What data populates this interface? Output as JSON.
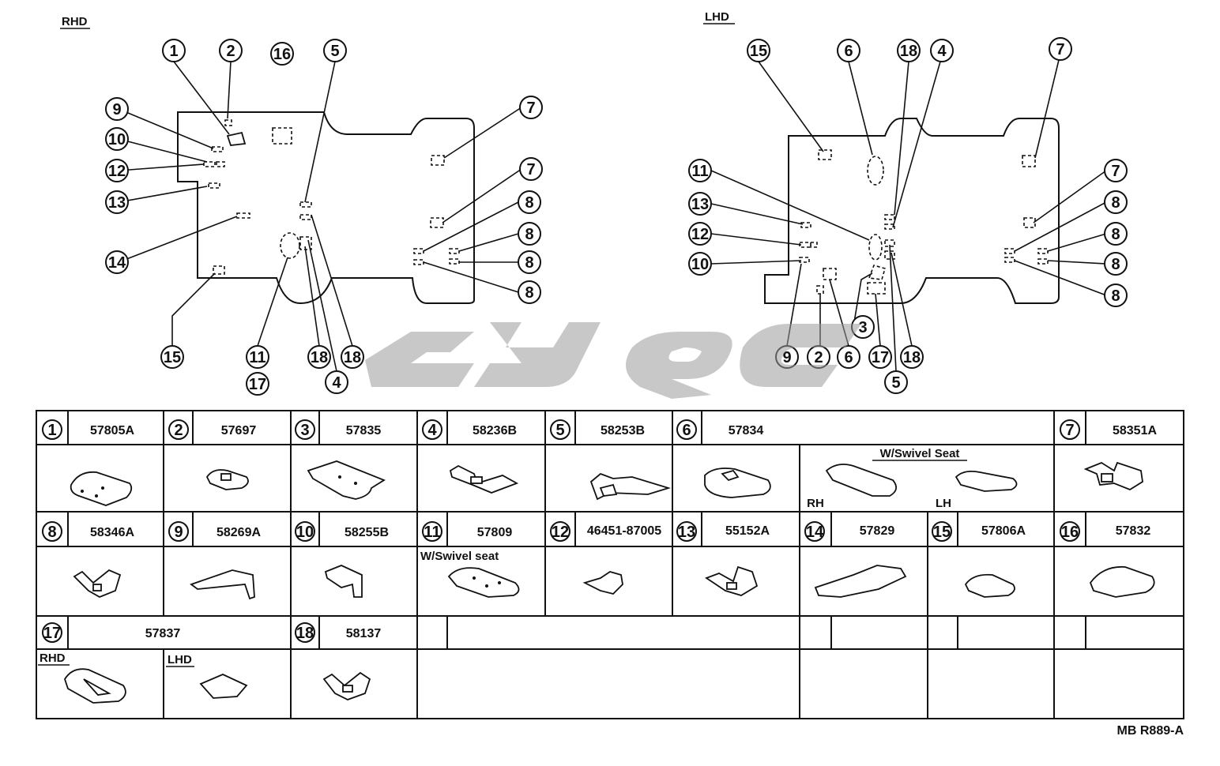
{
  "layouts": {
    "rhd_title": "RHD",
    "lhd_title": "LHD"
  },
  "callouts": {
    "rhd": [
      "1",
      "2",
      "16",
      "5",
      "9",
      "10",
      "12",
      "13",
      "14",
      "7",
      "7",
      "8",
      "8",
      "8",
      "8",
      "15",
      "11",
      "17",
      "18",
      "4",
      "18"
    ],
    "lhd": [
      "15",
      "6",
      "18",
      "4",
      "7",
      "11",
      "13",
      "12",
      "10",
      "7",
      "8",
      "8",
      "8",
      "8",
      "9",
      "2",
      "6",
      "3",
      "17",
      "18",
      "5"
    ]
  },
  "table": {
    "row1": [
      {
        "no": "1",
        "part": "57805A"
      },
      {
        "no": "2",
        "part": "57697"
      },
      {
        "no": "3",
        "part": "57835"
      },
      {
        "no": "4",
        "part": "58236B"
      },
      {
        "no": "5",
        "part": "58253B"
      },
      {
        "no": "6",
        "part": "57834",
        "notes": [
          "W/Swivel Seat",
          "RH",
          "LH"
        ]
      },
      {
        "no": "7",
        "part": "58351A"
      }
    ],
    "row2": [
      {
        "no": "8",
        "part": "58346A"
      },
      {
        "no": "9",
        "part": "58269A"
      },
      {
        "no": "10",
        "part": "58255B"
      },
      {
        "no": "11",
        "part": "57809",
        "note": "W/Swivel seat"
      },
      {
        "no": "12",
        "part": "46451-87005"
      },
      {
        "no": "13",
        "part": "55152A"
      },
      {
        "no": "14",
        "part": "57829"
      },
      {
        "no": "15",
        "part": "57806A"
      },
      {
        "no": "16",
        "part": "57832"
      }
    ],
    "row3": [
      {
        "no": "17",
        "part": "57837",
        "notes": [
          "RHD",
          "LHD"
        ]
      },
      {
        "no": "18",
        "part": "58137"
      }
    ]
  },
  "footer": {
    "code": "MB R889-A"
  },
  "colors": {
    "ink": "#111111",
    "watermark": "#9a9a9a"
  }
}
